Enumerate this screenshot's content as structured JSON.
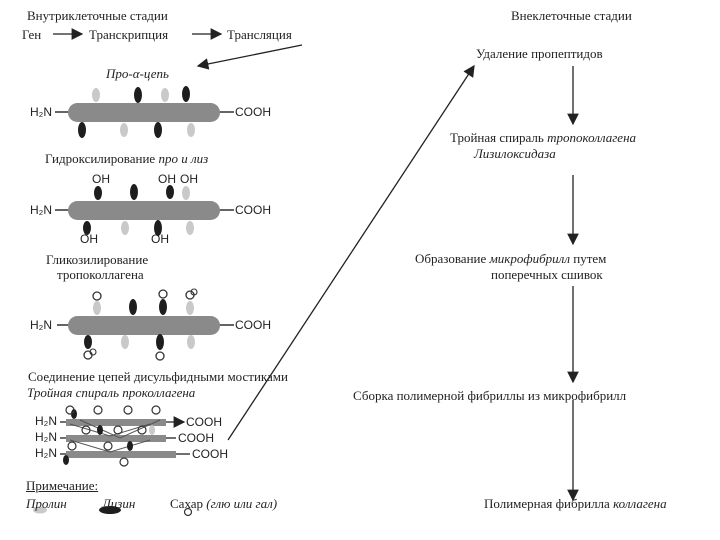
{
  "left": {
    "header": "Внутриклеточные стадии",
    "flow": {
      "gene": "Ген",
      "transcription": "Транскрипция",
      "translation": "Трансляция"
    },
    "pro_chain_label": "Про-α-цепь",
    "hydroxylation": {
      "prefix": "Гидроксилирование",
      "italic": "про и лиз"
    },
    "glycosylation": {
      "line1": "Гликозилирование",
      "line2": "тропоколлагена"
    },
    "disulfide": "Соединение цепей дисульфидными мостиками",
    "triple_helix": "Тройная спираль проколлагена",
    "note": {
      "title": "Примечание:",
      "proline": "Пролин",
      "lysine": "Лизин",
      "sugar": {
        "prefix": "Сахар",
        "italic": "(глю или гал)"
      }
    },
    "chem": {
      "h2n": "H₂N",
      "cooh": "COOH",
      "oh": "OH"
    }
  },
  "right": {
    "header": "Внеклеточные стадии",
    "step1": "Удаление пропептидов",
    "step2": {
      "prefix": "Тройная спираль",
      "italic": "тропоколлагена",
      "enzyme": "Лизилоксидаза"
    },
    "step3": {
      "prefix": "Образование",
      "italic": "микрофибрилл",
      "suffix": "путем",
      "line2": "поперечных сшивок"
    },
    "step4": "Сборка полимерной фибриллы из микрофибрилл",
    "step5": {
      "prefix": "Полимерная фибрилла",
      "italic": "коллагена"
    }
  },
  "colors": {
    "chain": "#8a8a8a",
    "proline": "#c9c9c9",
    "lysine": "#1e1e1e",
    "line": "#222222"
  }
}
